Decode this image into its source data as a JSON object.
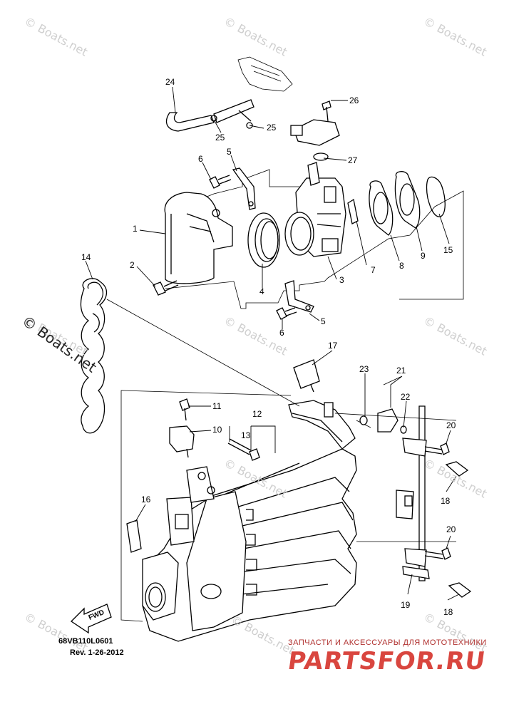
{
  "watermarks": [
    "© Boats.net",
    "© Boats.net",
    "© Boats.net",
    "© Boats.net",
    "© Boats.net",
    "© Boats.net",
    "© Boats.net",
    "© Boats.net",
    "© Boats.net",
    "© Boats.net",
    "© Boats.net"
  ],
  "watermark_main": "© Boats.net",
  "callouts": [
    "1",
    "2",
    "3",
    "4",
    "5",
    "5",
    "6",
    "6",
    "7",
    "8",
    "9",
    "10",
    "11",
    "12",
    "13",
    "14",
    "15",
    "16",
    "17",
    "18",
    "18",
    "19",
    "20",
    "20",
    "21",
    "22",
    "23",
    "24",
    "25",
    "25",
    "26",
    "27"
  ],
  "diagram_code": "68VB110L0601",
  "revision": "Rev. 1-26-2012",
  "fwd_label": "FWD",
  "brand": {
    "tagline": "ЗАПЧАСТИ И АКСЕССУАРЫ ДЛЯ МОТОТЕХНИКИ",
    "name": "PARTSFOR.RU",
    "color": "#d9463f"
  }
}
